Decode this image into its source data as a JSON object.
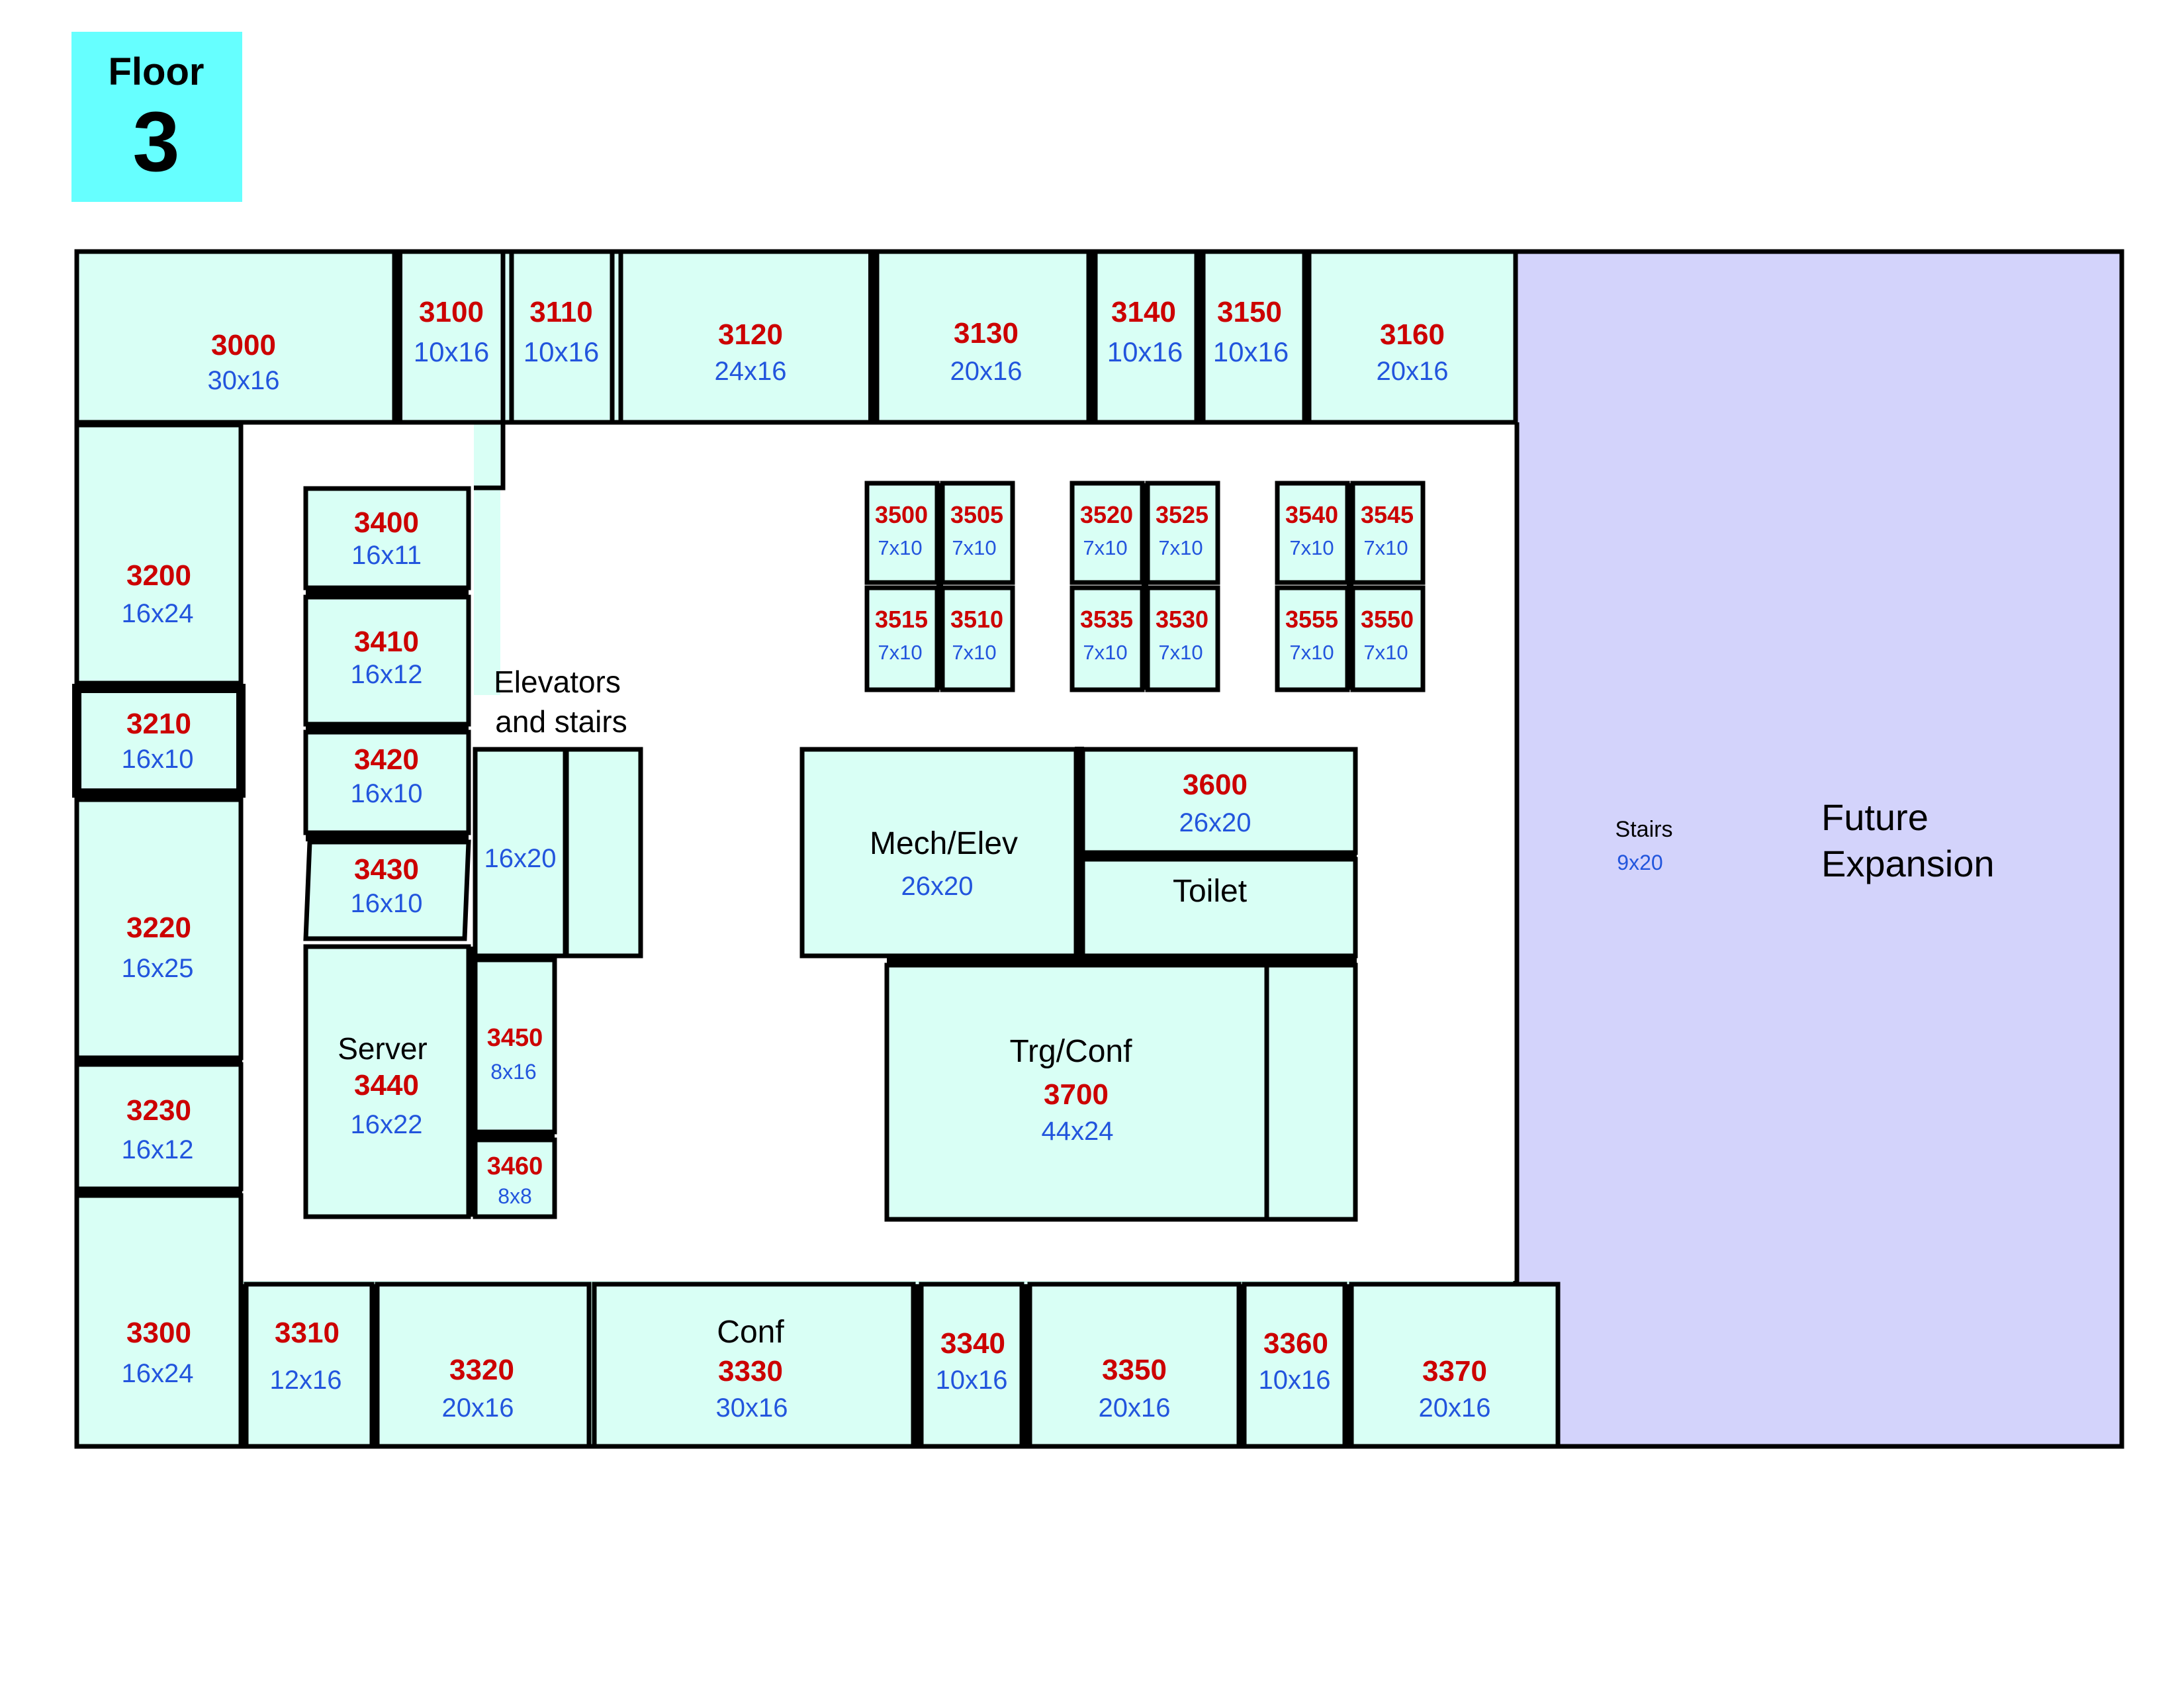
{
  "badge": {
    "label": "Floor",
    "number": "3",
    "color": "#66ffff"
  },
  "colors": {
    "room_fill": "#d9fff5",
    "expansion_fill": "#d3d3fb",
    "room_number": "#cc0000",
    "dimension": "#2255dd"
  },
  "rooms": {
    "r3000": {
      "num": "3000",
      "dim": "30x16"
    },
    "r3100": {
      "num": "3100",
      "dim": "10x16"
    },
    "r3110": {
      "num": "3110",
      "dim": "10x16"
    },
    "r3120": {
      "num": "3120",
      "dim": "24x16"
    },
    "r3130": {
      "num": "3130",
      "dim": "20x16"
    },
    "r3140": {
      "num": "3140",
      "dim": "10x16"
    },
    "r3150": {
      "num": "3150",
      "dim": "10x16"
    },
    "r3160": {
      "num": "3160",
      "dim": "20x16"
    },
    "r3200": {
      "num": "3200",
      "dim": "16x24"
    },
    "r3210": {
      "num": "3210",
      "dim": "16x10"
    },
    "r3220": {
      "num": "3220",
      "dim": "16x25"
    },
    "r3230": {
      "num": "3230",
      "dim": "16x12"
    },
    "r3300": {
      "num": "3300",
      "dim": "16x24"
    },
    "r3310": {
      "num": "3310",
      "dim": "12x16"
    },
    "r3320": {
      "num": "3320",
      "dim": "20x16"
    },
    "r3330": {
      "label": "Conf",
      "num": "3330",
      "dim": "30x16"
    },
    "r3340": {
      "num": "3340",
      "dim": "10x16"
    },
    "r3350": {
      "num": "3350",
      "dim": "20x16"
    },
    "r3360": {
      "num": "3360",
      "dim": "10x16"
    },
    "r3370": {
      "num": "3370",
      "dim": "20x16"
    },
    "r3400": {
      "num": "3400",
      "dim": "16x11"
    },
    "r3410": {
      "num": "3410",
      "dim": "16x12"
    },
    "r3420": {
      "num": "3420",
      "dim": "16x10"
    },
    "r3430": {
      "num": "3430",
      "dim": "16x10"
    },
    "r3440": {
      "label": "Server",
      "num": "3440",
      "dim": "16x22"
    },
    "r3450": {
      "num": "3450",
      "dim": "8x16"
    },
    "r3460": {
      "num": "3460",
      "dim": "8x8"
    },
    "r3500": {
      "num": "3500",
      "dim": "7x10"
    },
    "r3505": {
      "num": "3505",
      "dim": "7x10"
    },
    "r3515": {
      "num": "3515",
      "dim": "7x10"
    },
    "r3510": {
      "num": "3510",
      "dim": "7x10"
    },
    "r3520": {
      "num": "3520",
      "dim": "7x10"
    },
    "r3525": {
      "num": "3525",
      "dim": "7x10"
    },
    "r3535": {
      "num": "3535",
      "dim": "7x10"
    },
    "r3530": {
      "num": "3530",
      "dim": "7x10"
    },
    "r3540": {
      "num": "3540",
      "dim": "7x10"
    },
    "r3545": {
      "num": "3545",
      "dim": "7x10"
    },
    "r3555": {
      "num": "3555",
      "dim": "7x10"
    },
    "r3550": {
      "num": "3550",
      "dim": "7x10"
    },
    "r3600": {
      "num": "3600",
      "dim": "26x20"
    },
    "r3700": {
      "label": "Trg/Conf",
      "num": "3700",
      "dim": "44x24"
    },
    "mech": {
      "label": "Mech/Elev",
      "dim": "26x20"
    },
    "toilet": {
      "label": "Toilet"
    },
    "elevators": {
      "label1": "Elevators",
      "label2": "and stairs",
      "dim": "16x20"
    },
    "stairs": {
      "label": "Stairs",
      "dim": "9x20"
    },
    "future": {
      "label1": "Future",
      "label2": "Expansion"
    }
  }
}
